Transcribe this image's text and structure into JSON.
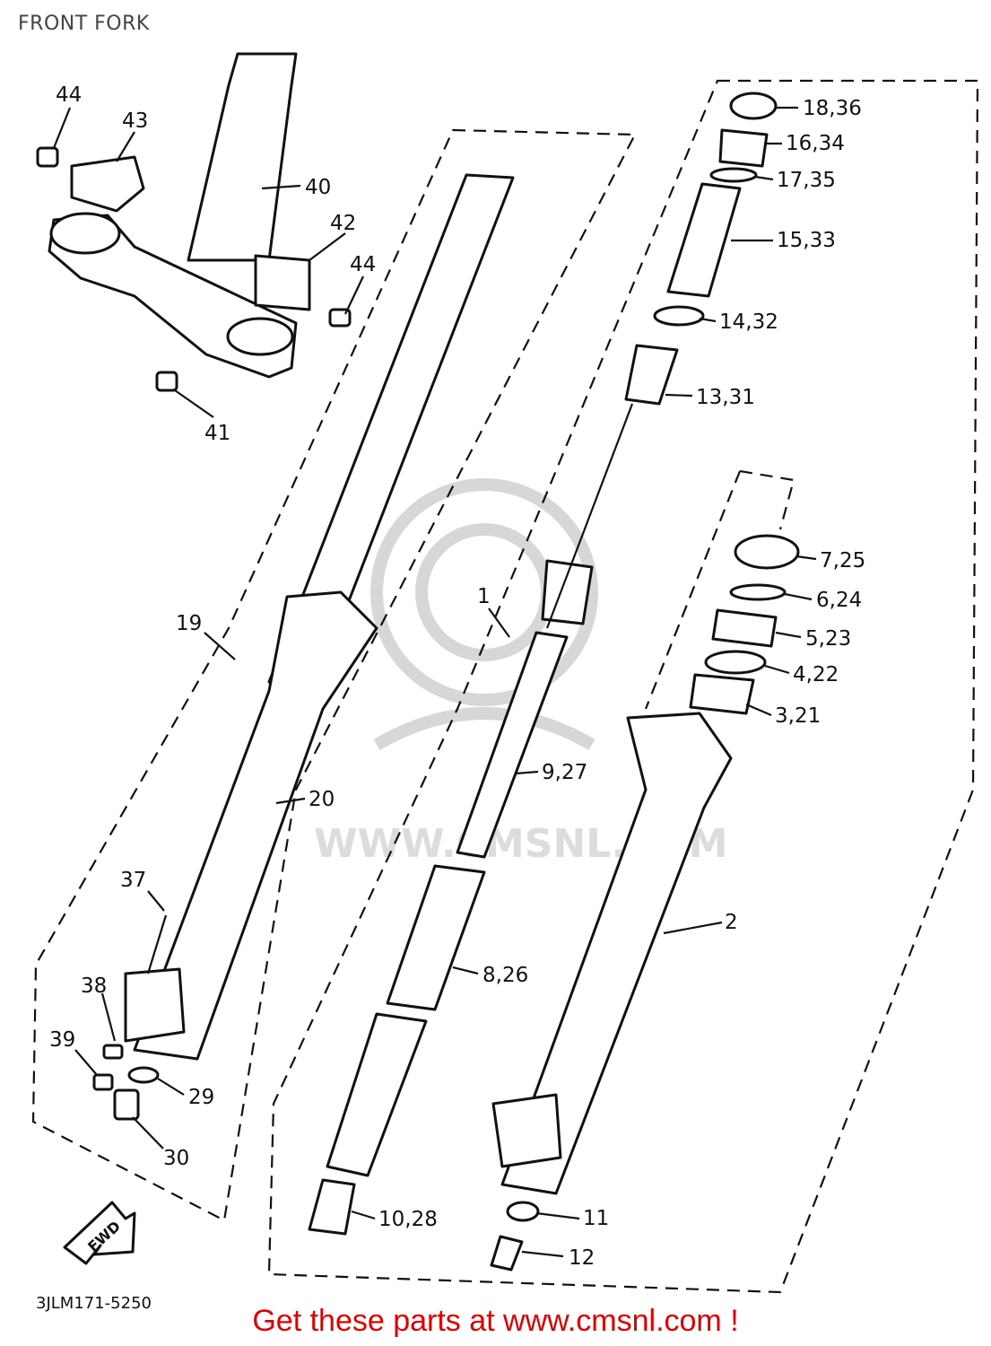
{
  "title": "FRONT FORK",
  "drawing_code": "3JLM171-5250",
  "watermark": "WWW.CMSNL.COM",
  "fwd_label": "FWD",
  "footer_cta": "Get these parts at www.cmsnl.com !",
  "colors": {
    "cta": "#e00000",
    "ink": "#111111",
    "watermark": "#d7d7d7"
  },
  "callouts": {
    "c44a": "44",
    "c43": "43",
    "c40": "40",
    "c42": "42",
    "c44b": "44",
    "c41": "41",
    "c18": "18,36",
    "c16": "16,34",
    "c17": "17,35",
    "c15": "15,33",
    "c14": "14,32",
    "c13": "13,31",
    "c7": "7,25",
    "c6": "6,24",
    "c5": "5,23",
    "c4": "4,22",
    "c3": "3,21",
    "c19": "19",
    "c1": "1",
    "c9": "9,27",
    "c20": "20",
    "c37": "37",
    "c2": "2",
    "c8": "8,26",
    "c38": "38",
    "c39": "39",
    "c29": "29",
    "c30": "30",
    "c10": "10,28",
    "c11": "11",
    "c12": "12"
  }
}
